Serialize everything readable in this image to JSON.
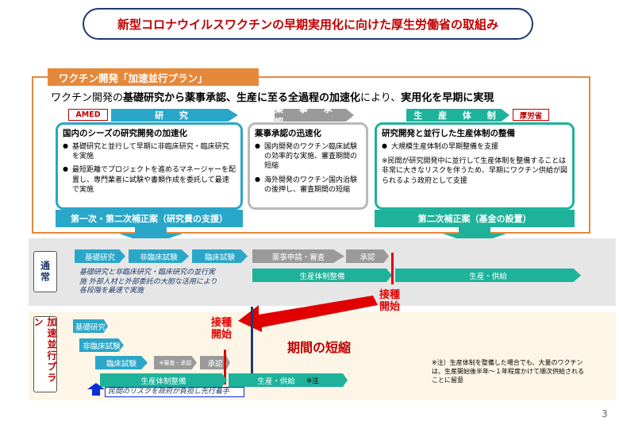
{
  "title": "新型コロナウイルスワクチンの早期実用化に向けた厚生労働省の取組み",
  "tag": "ワクチン開発「加速並行プラン」",
  "summary": {
    "p1": "ワクチン開発の",
    "b1": "基礎研究から薬事承認、生産に至る全過程の加速化",
    "p2": "により、",
    "b2": "実用化を早期に実現"
  },
  "stages": {
    "research": "研 究",
    "approval": "薬 事 承 認",
    "production": "生 産 体 制",
    "amed": "AMED",
    "mhlw": "厚労省"
  },
  "box_research": {
    "heading": "国内のシーズの研究開発の加速化",
    "items": [
      "基礎研究と並行して早期に非臨床研究・臨床研究を実施",
      "最短距離でプロジェクトを進めるマネージャーを配置し、専門業者に試験や書類作成を委託して最速で実施"
    ],
    "footer": "第一次・第二次補正案（研究費の支援）"
  },
  "box_approval": {
    "heading": "薬事承認の迅速化",
    "items": [
      "国内開発のワクチン臨床試験の効率的な実施、審査期間の短縮",
      "海外開発のワクチン国内治験の後押し、審査期間の短縮"
    ]
  },
  "box_production": {
    "heading": "研究開発と並行した生産体制の整備",
    "items": [
      "大規模生産体制の早期整備を支援"
    ],
    "note": "※民間が研究開発中に並行して生産体制を整備することは非常に大きなリスクを伴うため、早期にワクチン供給が図られるよう政府として支援",
    "footer": "第二次補正案（基金の設置）"
  },
  "normal": {
    "label": "通常",
    "steps": [
      "基礎研究",
      "非臨床試験",
      "臨床試験",
      "薬事申請・審査",
      "承認"
    ],
    "production_bar": "生産体制整備",
    "supply_bar": "生産・供給",
    "vaccination": "接種開始"
  },
  "accelerated": {
    "label": "加速並行プラン",
    "note1": "基礎研究と非臨床研究・臨床研究の並行実施 外部人材と外部委託の大胆な活用により各段階を最速で実施",
    "steps": [
      "基礎研究",
      "非臨床試験",
      "臨床試験",
      "※審査・承認",
      "承認"
    ],
    "production_bar": "生産体制整備",
    "supply_bar": "生産・供給",
    "supply_note": "※注",
    "vaccination": "接種開始",
    "shorten": "期間の短縮",
    "risk_note": "民間のリスクを政府が負担し先行着手"
  },
  "footnote": "※注）生産体制を整備した場合でも、大量のワクチンは、生産開始後半年〜１年程度かけて順次供給されることに留意",
  "page_number": "3"
}
